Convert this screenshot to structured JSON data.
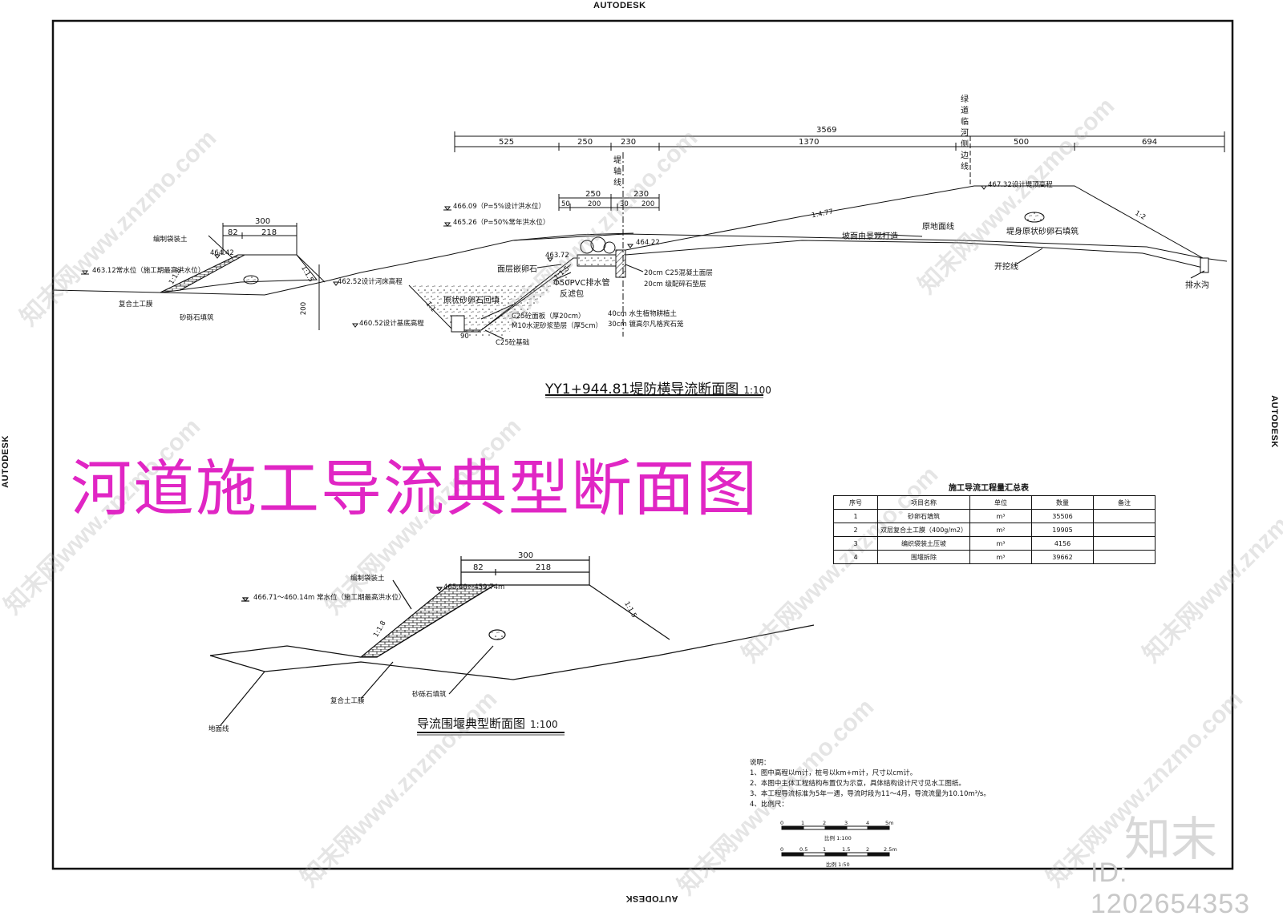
{
  "autodesk": {
    "top": "AUTODESK",
    "bottom": "AUTODESK",
    "left": "AUTODESK",
    "right": "AUTODESK"
  },
  "big_title": "河道施工导流典型断面图",
  "section1": {
    "title": "YY1+944.81堤防横导流断面图",
    "scale": "1:100",
    "dims": {
      "total": "3569",
      "d525": "525",
      "d250": "250",
      "d230": "230",
      "d1370": "1370",
      "d500": "500",
      "d694": "694",
      "d250b": "250",
      "d230b": "230",
      "d50": "50",
      "d200a": "200",
      "d30": "30",
      "d200b": "200",
      "d300": "300",
      "d82": "82",
      "d218": "218",
      "d200v": "200",
      "d90": "90"
    },
    "labels": {
      "edge_line_v": "绿道临河侧边线",
      "dike_axis_v": "堤轴线",
      "lv_466_09": "466.09（P=5%设计洪水位）",
      "lv_465_26": "465.26（P=50%常年洪水位）",
      "lv_467_32": "467.32设计堤顶高程",
      "lv_464_42": "464.42",
      "lv_463_12": "463.12常水位（施工期最高洪水位）",
      "lv_462_52": "462.52设计河床高程",
      "lv_460_52": "460.52设计基底高程",
      "lv_463_72": "463.72",
      "lv_464_22": "464.22",
      "slope_1_4_77": "1:4.77",
      "slope_1_2": "1:2",
      "slope_1_1_8": "1:1.8",
      "slope_1_1_5": "1:1.5",
      "slope_1_1": "1:1",
      "slope_1_1_5b": "1:1.5",
      "bag_soil": "编制袋装土",
      "geo_membrane": "复合土工膜",
      "gravel_fill": "砂砾石填筑",
      "face_cobble": "面层嵌卵石",
      "pvc_pipe": "Φ50PVC排水管",
      "filter_bag": "反滤包",
      "gravel_backfill": "原状砂卵石回填",
      "c25_slab": "C25砼面板（厚20cm）",
      "m10_mortar": "M10水泥砂浆垫层（厚5cm）",
      "c25_base": "C25砼基础",
      "c25_surface": "20cm C25混凝土面层",
      "crushed_stone": "20cm 级配碎石垫层",
      "plant_soil": "40cm 水生植物耕植土",
      "gabion": "30cm 镀高尔凡格宾石笼",
      "slope_landscape": "坡面由景观打造",
      "original_ground": "原地面线",
      "excavation_line": "开挖线",
      "dike_body": "堤身原状砂卵石填筑",
      "drain_ditch": "排水沟"
    }
  },
  "section2": {
    "title": "导流围堰典型断面图",
    "scale": "1:100",
    "dims": {
      "d300": "300",
      "d82": "82",
      "d218": "218"
    },
    "labels": {
      "bag_soil": "编制袋装土",
      "level_water": "466.71～460.14m 常水位（施工期最高洪水位）",
      "level_top": "465.60～459.74m",
      "slope_1_1_8": "1:1.8",
      "slope_1_1_5": "1:1.5",
      "geo_membrane": "复合土工膜",
      "gravel_fill": "砂砾石填筑",
      "ground_line": "地面线"
    }
  },
  "qty_table": {
    "title": "施工导流工程量汇总表",
    "headers": [
      "序号",
      "项目名称",
      "单位",
      "数量",
      "备注"
    ],
    "rows": [
      [
        "1",
        "砂卵石填筑",
        "m³",
        "35506",
        ""
      ],
      [
        "2",
        "双层复合土工膜（400g/m2）",
        "m²",
        "19905",
        ""
      ],
      [
        "3",
        "编织袋装土压坡",
        "m³",
        "4156",
        ""
      ],
      [
        "4",
        "围堰拆除",
        "m³",
        "39662",
        ""
      ]
    ]
  },
  "notes": {
    "title": "说明：",
    "items": [
      "1、图中高程以m计，桩号以km+m计，尺寸以cm计。",
      "2、本图中主体工程结构布置仅为示意，具体结构设计尺寸见水工图纸。",
      "3、本工程导流标准为5年一遇，导流时段为11～4月，导流流量为10.10m³/s。",
      "4、比例尺："
    ],
    "scale1_ticks": [
      "0",
      "1",
      "2",
      "3",
      "4",
      "5m"
    ],
    "scale1_label": "比例 1:100",
    "scale2_ticks": [
      "0",
      "0.5",
      "1",
      "1.5",
      "2",
      "2.5m"
    ],
    "scale2_label": "比例 1:50"
  },
  "watermark": {
    "logo": "知末",
    "id": "ID: 1202654353",
    "site": "知末网www.znzmo.com"
  },
  "colors": {
    "title_magenta": "#e026c4",
    "line": "#111111",
    "watermark": "#c8c8c8"
  }
}
